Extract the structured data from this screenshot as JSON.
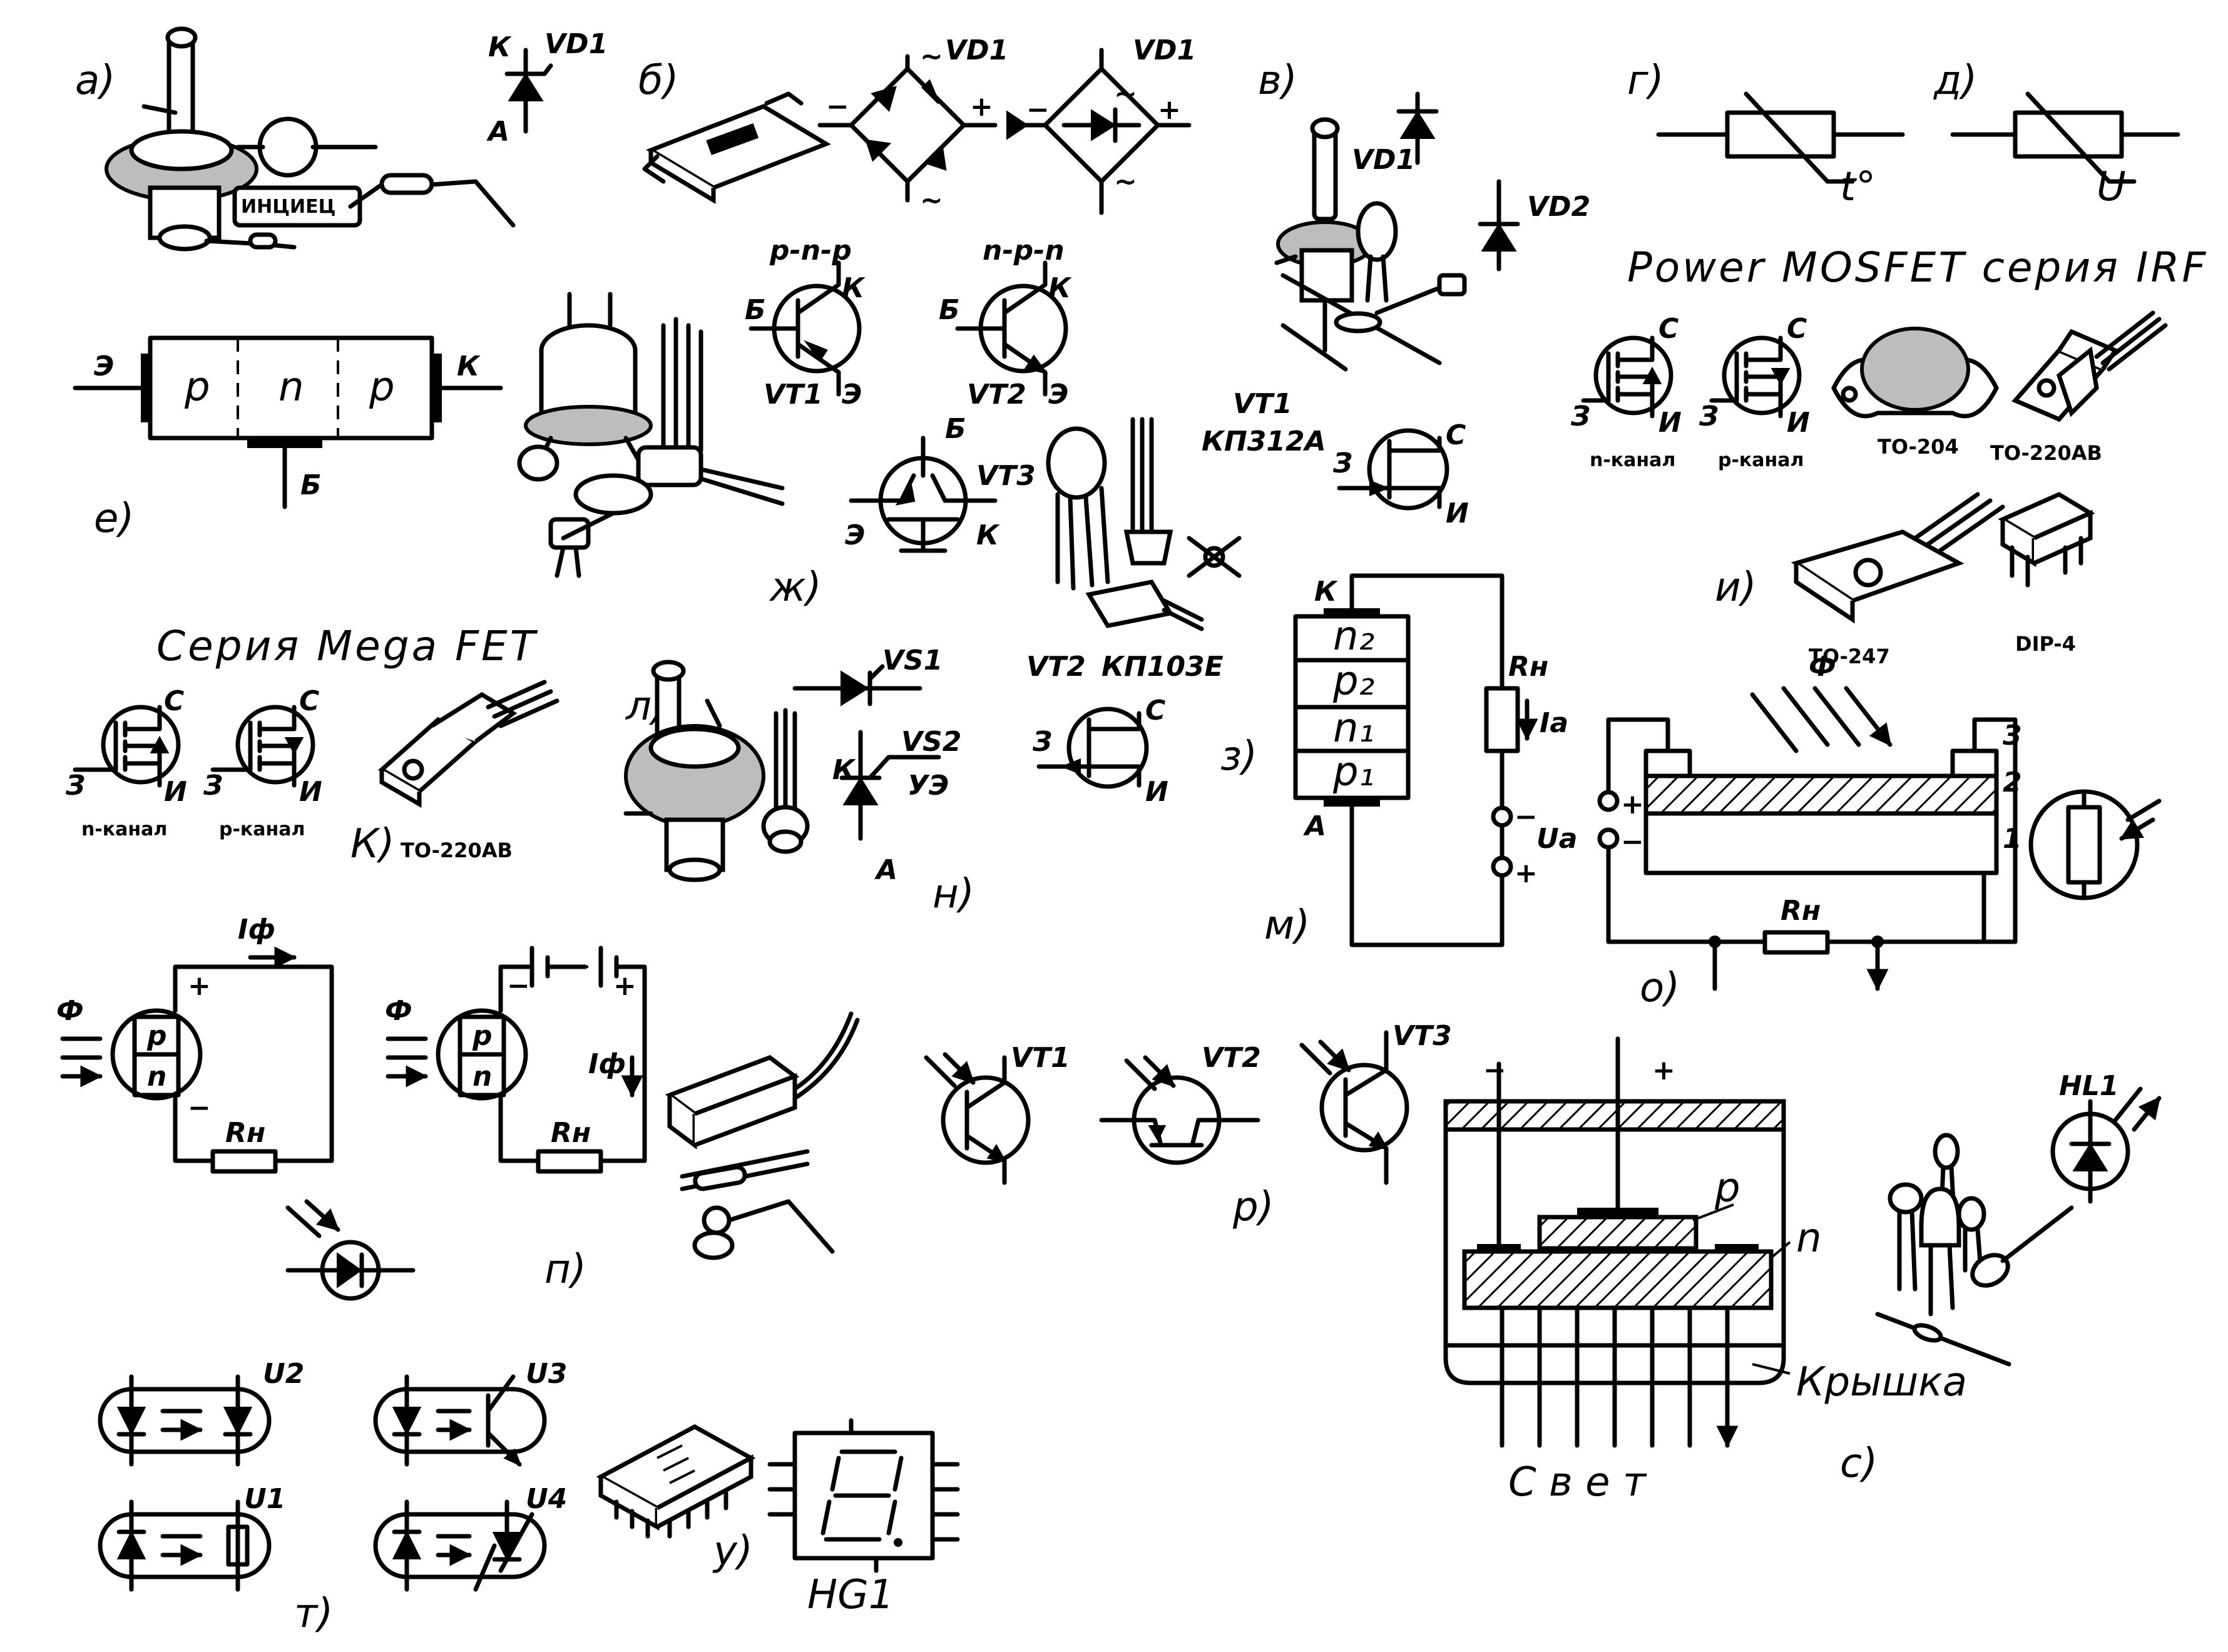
{
  "panels": {
    "a": {
      "letter": "а)",
      "k": "К",
      "a": "А",
      "vd1": "VD1"
    },
    "b": {
      "letter": "б)",
      "vd1a": "VD1",
      "vd1b": "VD1",
      "minus": "−",
      "plus": "+",
      "tilde": "~"
    },
    "v": {
      "letter": "в)",
      "vd1": "VD1",
      "vd2": "VD2"
    },
    "g": {
      "letter": "г)",
      "t": "t°"
    },
    "d": {
      "letter": "д)",
      "u": "U"
    },
    "e": {
      "letter": "е)",
      "e": "Э",
      "k": "К",
      "b": "Б",
      "p1": "p",
      "n": "n",
      "p2": "p"
    },
    "zh": {
      "letter": "ж)",
      "pnp": "p-n-p",
      "npn": "n-p-n",
      "b1": "Б",
      "k1": "К",
      "e1": "Э",
      "vt1": "VT1",
      "b2": "Б",
      "k2": "К",
      "e2": "Э",
      "vt2": "VT2",
      "b3": "Б",
      "e3": "Э",
      "k3": "К",
      "vt3": "VT3"
    },
    "z": {
      "letter": "з)",
      "vt1": "VT1",
      "vt1_type": "КП312А",
      "vt2": "VT2",
      "vt2_type": "КП103Е",
      "c1": "С",
      "z1": "З",
      "i1": "И",
      "c2": "С",
      "z2": "З",
      "i2": "И"
    },
    "i": {
      "letter": "и)",
      "series": "Power MOSFET серия IRF",
      "nchan": "n-канал",
      "pchan": "p-канал",
      "to204": "TO-204",
      "to220": "TO-220AB",
      "to247": "TO-247",
      "dip4": "DIP-4",
      "c": "С",
      "z": "З",
      "u": "И"
    },
    "k": {
      "letter": "К)",
      "series": "Серия Mega FET",
      "nchan": "n-канал",
      "pchan": "p-канал",
      "pkg": "TO-220AB"
    },
    "l": {
      "letter": "л)"
    },
    "n": {
      "letter": "н)",
      "vs1": "VS1",
      "vs2": "VS2",
      "k": "К",
      "a": "А",
      "ue": "УЭ"
    },
    "m": {
      "letter": "м)",
      "k": "К",
      "a": "А",
      "n2": "n₂",
      "p2": "p₂",
      "n1": "n₁",
      "p1": "p₁",
      "rn": "Rн",
      "ia": "Iа",
      "ua": "Uа",
      "minus": "−",
      "plus": "+"
    },
    "o": {
      "letter": "о)",
      "phi": "Ф",
      "l1": "1",
      "l2": "2",
      "l3": "3",
      "rn": "Rн",
      "plus": "+",
      "minus": "−"
    },
    "p": {
      "letter": "п)",
      "phi1": "Ф",
      "phi2": "Ф",
      "iphi1": "Iф",
      "iphi2": "Iф",
      "rn1": "Rн",
      "rn2": "Rн",
      "p": "p",
      "n": "n",
      "plus": "+",
      "minus": "−"
    },
    "r": {
      "letter": "р)",
      "vt1": "VT1",
      "vt2": "VT2",
      "vt3": "VT3"
    },
    "s": {
      "letter": "с)",
      "p": "p",
      "n": "n",
      "cover": "Крышка",
      "light": "С в е т",
      "minus": "−",
      "plus": "+",
      "hl1": "HL1"
    },
    "t": {
      "letter": "т)",
      "u1": "U1",
      "u2": "U2",
      "u3": "U3",
      "u4": "U4"
    },
    "u": {
      "letter": "у)",
      "hg1": "HG1"
    }
  }
}
